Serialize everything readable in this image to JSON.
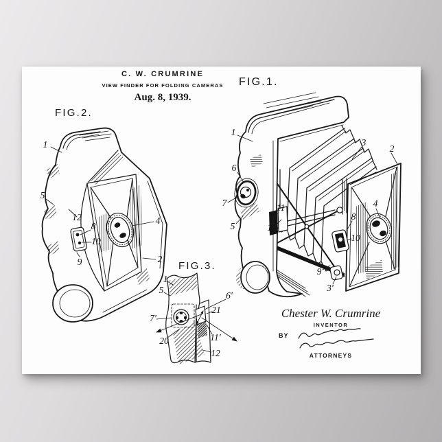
{
  "poster": {
    "header": {
      "inventor_name": "C. W. CRUMRINE",
      "patent_title": "VIEW FINDER FOR FOLDING CAMERAS",
      "date": "Aug. 8, 1939."
    },
    "figures": {
      "fig1": {
        "label": "FIG.1.",
        "refs": {
          "r1": "1",
          "r2": "2",
          "r3": "3",
          "r3p": "3'",
          "r4": "4",
          "r5": "5",
          "r6": "6",
          "r7": "7",
          "r8": "8",
          "r9": "9",
          "r10": "10",
          "r11": "11",
          "r12": "12"
        }
      },
      "fig2": {
        "label": "FIG.2.",
        "refs": {
          "r1": "1",
          "r2": "2",
          "r4": "4",
          "r5": "5",
          "r8": "8",
          "r9": "9",
          "r10": "10",
          "r12": "12"
        }
      },
      "fig3": {
        "label": "FIG.3.",
        "refs": {
          "r1": "1",
          "r5": "5",
          "r6p": "6'",
          "r7p": "7'",
          "r11p": "11'",
          "r12": "12",
          "r20": "20",
          "r21": "21"
        }
      }
    },
    "signature": {
      "inventor_name": "Chester W. Crumrine",
      "inventor_label": "INVENTOR",
      "by_label": "BY",
      "attorneys_label": "ATTORNEYS"
    }
  },
  "colors": {
    "ink": "#1a1a1a",
    "paper": "#fdfdfd",
    "backdrop_light": "#eceaeb",
    "backdrop_dark": "#b2b0b1"
  }
}
